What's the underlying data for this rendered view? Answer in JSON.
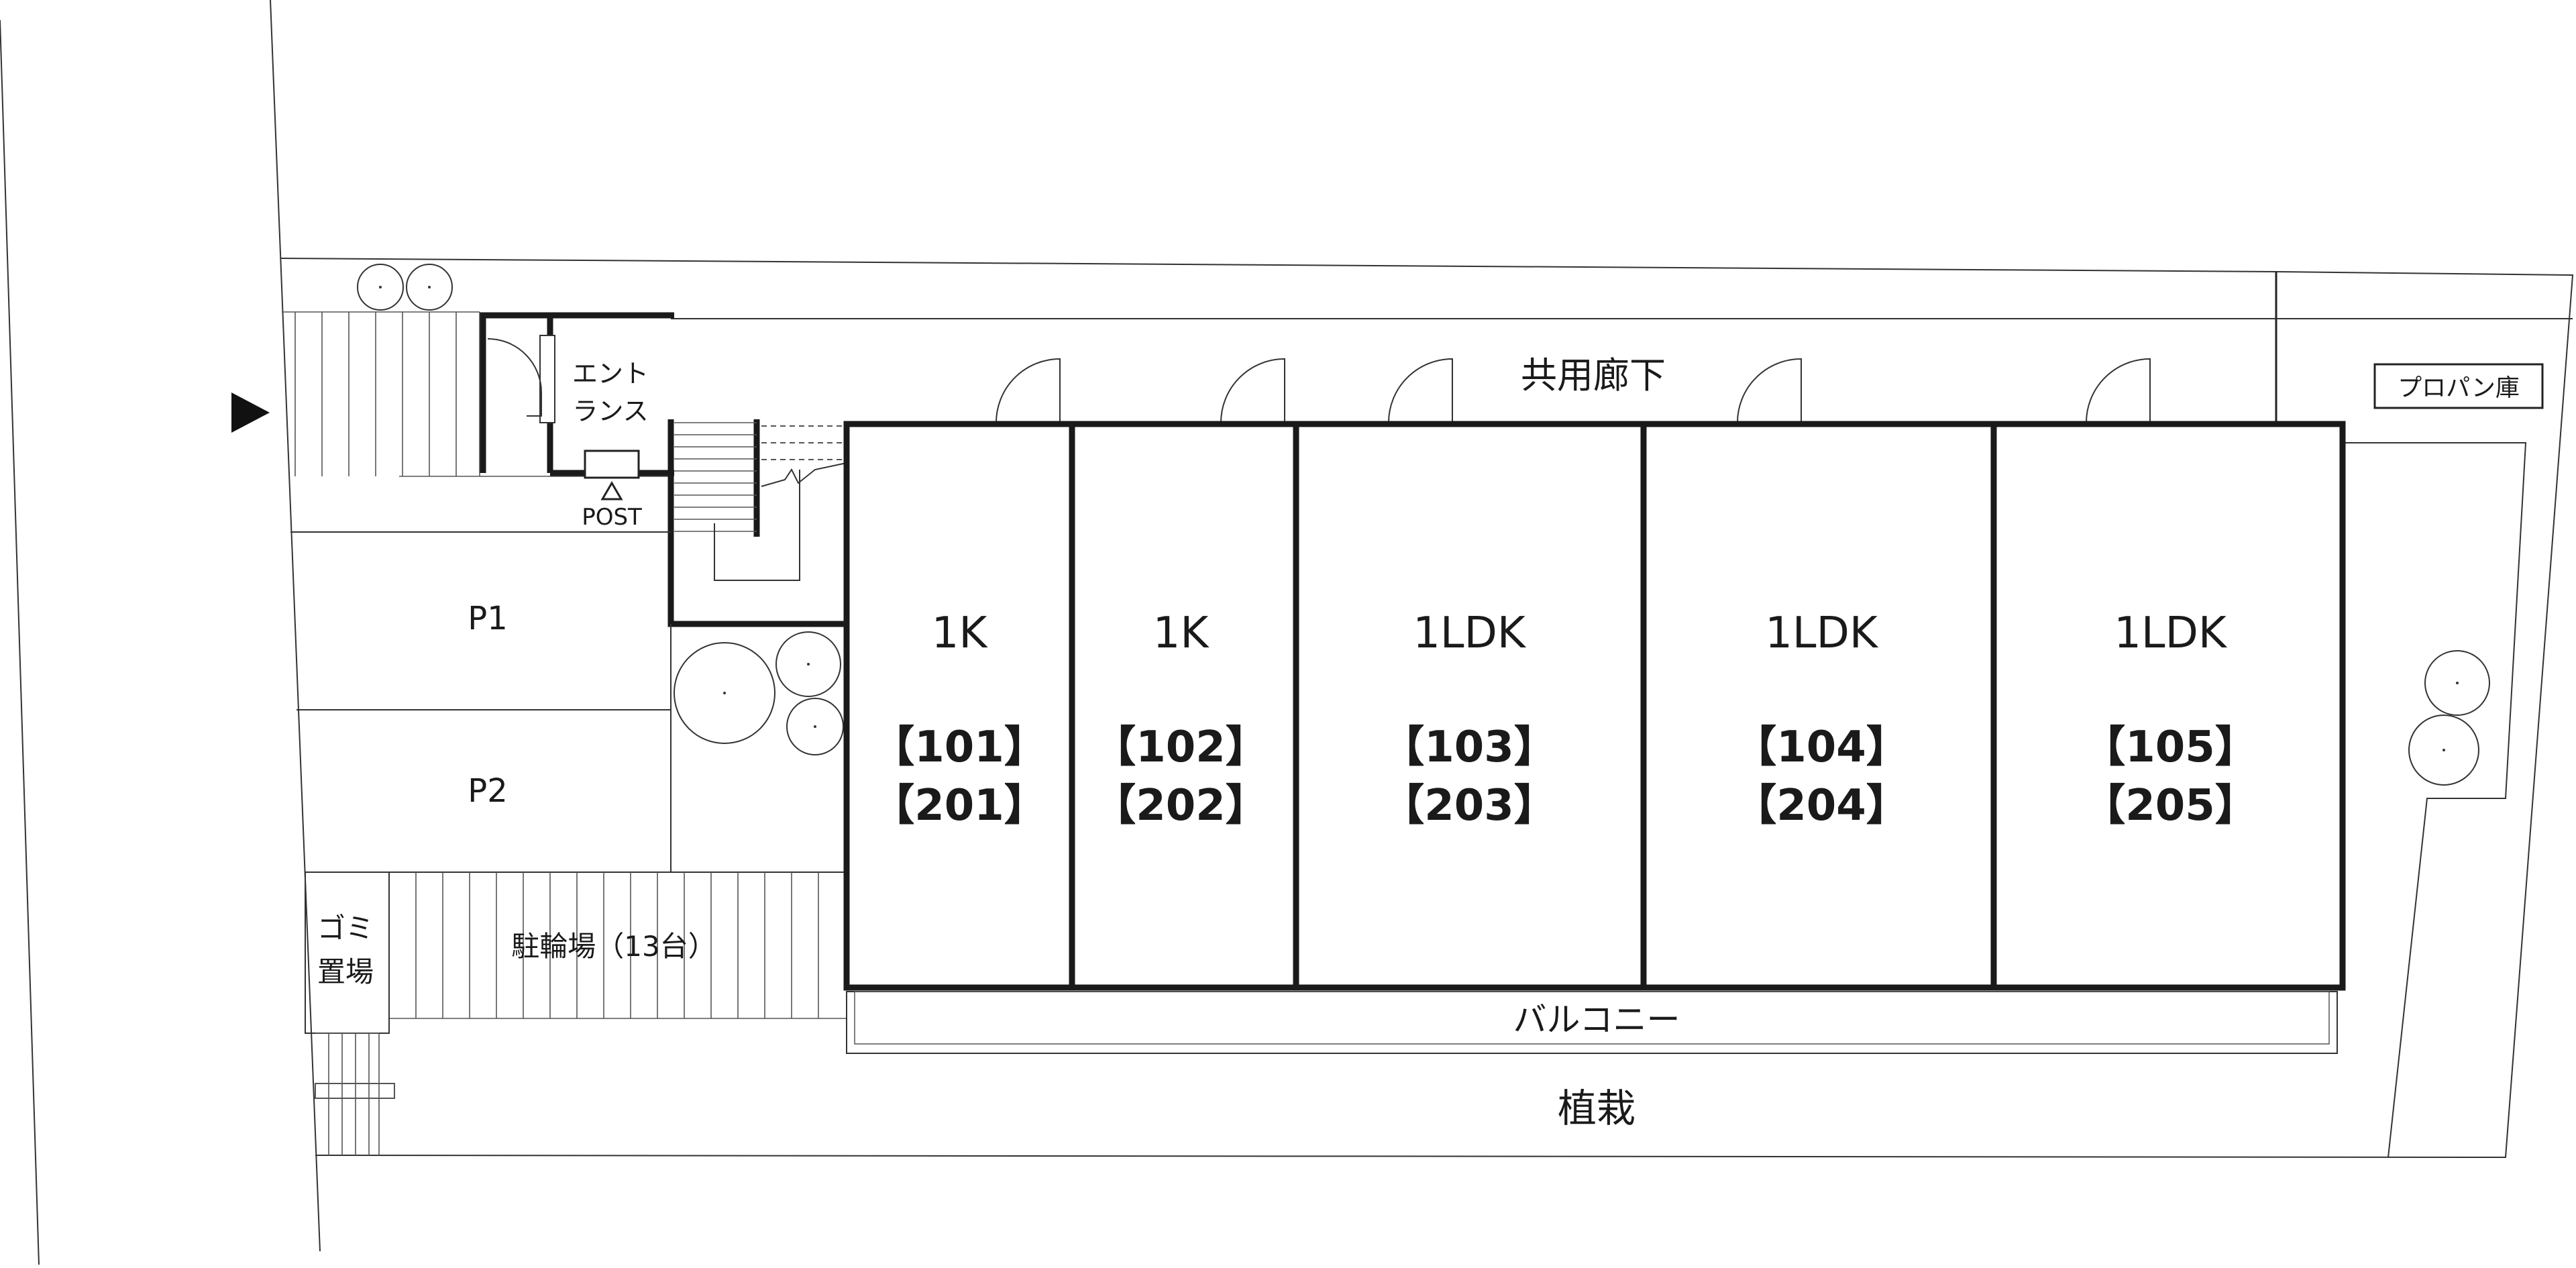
{
  "corridor_label": "共用廊下",
  "entrance_label_line1": "エント",
  "entrance_label_line2": "ランス",
  "post_label": "POST",
  "propane_label": "プロパン庫",
  "parking": [
    "P1",
    "P2"
  ],
  "garbage_label_line1": "ゴミ",
  "garbage_label_line2": "置場",
  "bicycle_label": "駐輪場（13台）",
  "balcony_label": "バルコニー",
  "planting_label": "植栽",
  "units": [
    {
      "type": "1K",
      "room_first": "【101】",
      "room_second": "【201】"
    },
    {
      "type": "1K",
      "room_first": "【102】",
      "room_second": "【202】"
    },
    {
      "type": "1LDK",
      "room_first": "【103】",
      "room_second": "【203】"
    },
    {
      "type": "1LDK",
      "room_first": "【104】",
      "room_second": "【204】"
    },
    {
      "type": "1LDK",
      "room_first": "【105】",
      "room_second": "【205】"
    }
  ]
}
